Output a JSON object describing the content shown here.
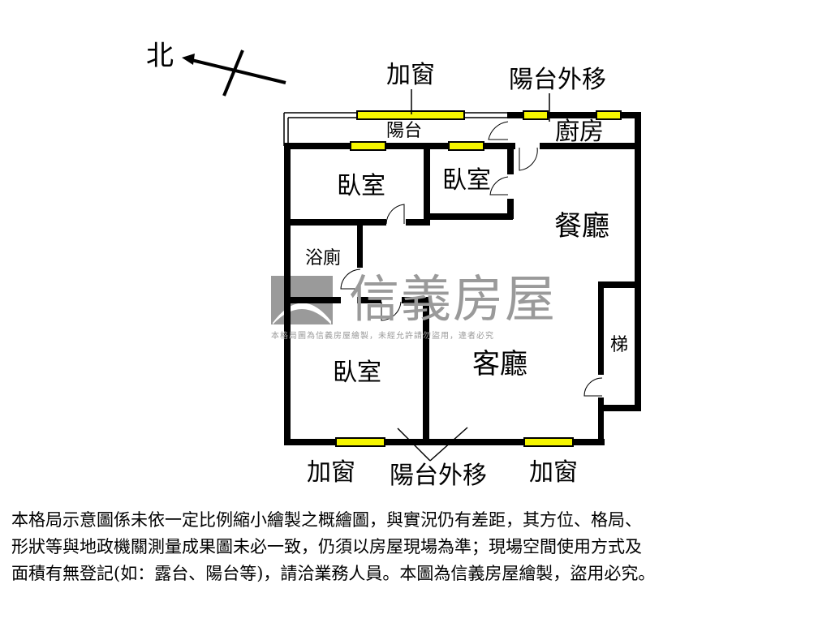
{
  "compass": {
    "label": "北"
  },
  "rooms": {
    "balcony": "陽台",
    "kitchen": "廚房",
    "bedroom1": "臥室",
    "bedroom2": "臥室",
    "bedroom3": "臥室",
    "bathroom": "浴廁",
    "dining": "餐廳",
    "living": "客廳",
    "stairs": "梯"
  },
  "annotations": {
    "top_window": "加窗",
    "top_balcony_moved": "陽台外移",
    "bottom_window_left": "加窗",
    "bottom_balcony_moved": "陽台外移",
    "bottom_window_right": "加窗"
  },
  "watermark": {
    "brand": "信義房屋",
    "notice": "本格局圖為信義房屋繪製，未經允許請勿盜用，違者必究"
  },
  "colors": {
    "wall": "#000000",
    "window": "#f5f500",
    "watermark": "#9a9a9a"
  },
  "disclaimer": [
    "本格局示意圖係未依一定比例縮小繪製之概繪圖，與實況仍有差距，其方位、格局、",
    "形狀等與地政機關測量成果圖未必一致，仍須以房屋現場為準；現場空間使用方式及",
    "面積有無登記(如：露台、陽台等)，請洽業務人員。本圖為信義房屋繪製，盜用必究。"
  ]
}
